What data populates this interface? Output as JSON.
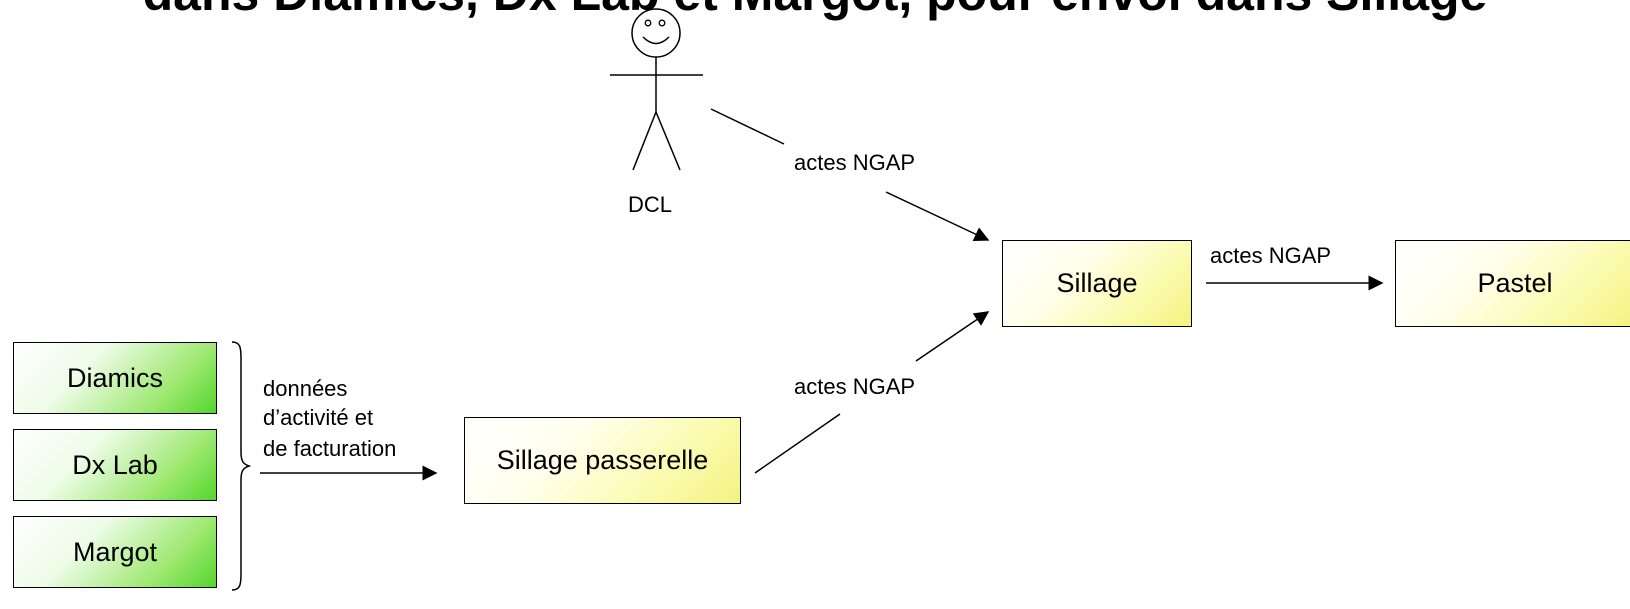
{
  "title": "dans Diamics, Dx Lab et Margot, pour envoi dans Sillage",
  "actor": {
    "label": "DCL",
    "icon": "stick-figure-icon"
  },
  "sources": [
    {
      "id": "diamics",
      "label": "Diamics"
    },
    {
      "id": "dxlab",
      "label": "Dx Lab"
    },
    {
      "id": "margot",
      "label": "Margot"
    }
  ],
  "nodes": {
    "passerelle": "Sillage passerelle",
    "sillage": "Sillage",
    "pastel": "Pastel"
  },
  "edges": {
    "sources_to_passerelle": [
      "données",
      "d’activité et",
      "de facturation"
    ],
    "dcl_to_sillage": "actes NGAP",
    "passerelle_to_sillage": "actes NGAP",
    "sillage_to_pastel": "actes NGAP"
  },
  "colors": {
    "source_fill": "#55d62c",
    "node_fill": "#f3f380",
    "line": "#000000"
  }
}
